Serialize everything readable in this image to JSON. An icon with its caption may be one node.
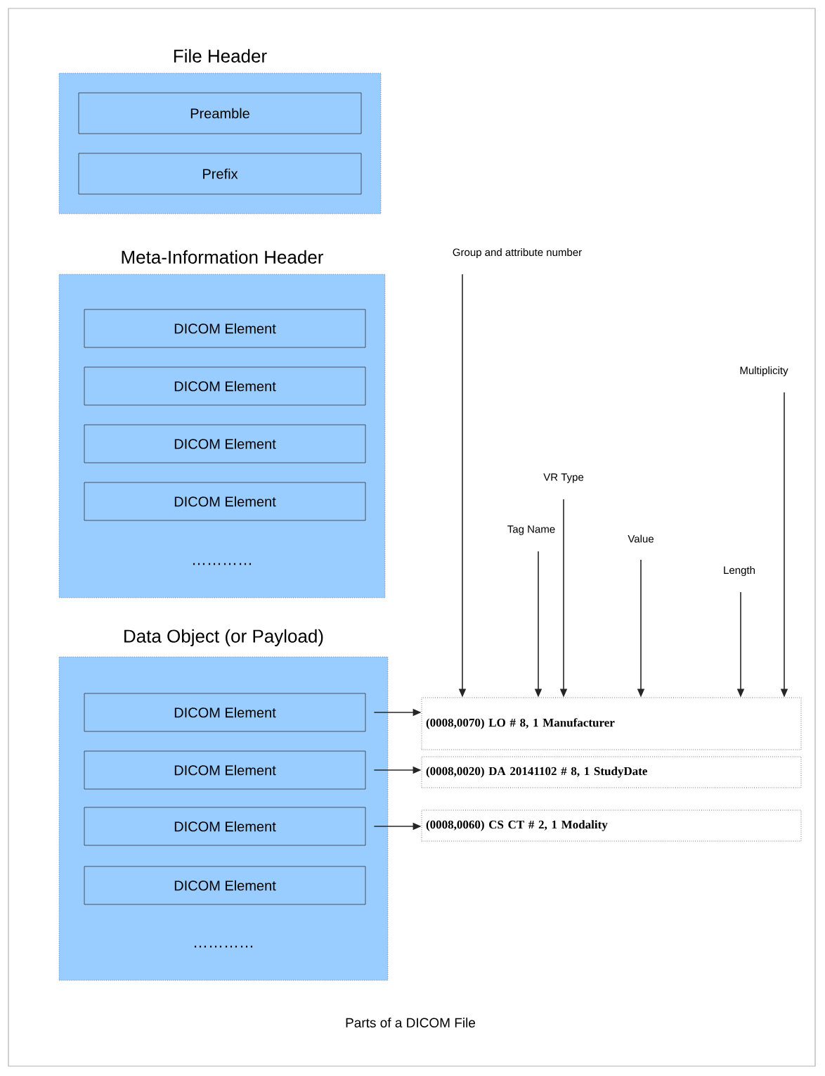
{
  "diagram": {
    "caption": "Parts of a DICOM File",
    "nodes": [
      {
        "text": [
          "File Header"
        ]
      },
      {
        "text": [
          "Preamble"
        ],
        "in": 0
      },
      {
        "text": [
          "Prefix"
        ],
        "in": 0
      },
      {
        "text": [
          "Meta-Information Header",
          "…………"
        ]
      },
      {
        "text": [
          "DICOM Element"
        ],
        "in": 3
      },
      {
        "text": [
          "DICOM Element"
        ],
        "in": 3
      },
      {
        "text": [
          "DICOM Element"
        ],
        "in": 3
      },
      {
        "text": [
          "DICOM Element"
        ],
        "in": 3
      },
      {
        "text": [
          "Data Object (or Payload)",
          "…………"
        ]
      },
      {
        "text": [
          "DICOM Element"
        ],
        "in": 8
      },
      {
        "text": [
          "DICOM Element"
        ],
        "in": 8
      },
      {
        "text": [
          "DICOM Element"
        ],
        "in": 8
      },
      {
        "text": [
          "DICOM Element"
        ],
        "in": 8
      },
      {
        "text": [
          "(0008,0070) LO # 8, 1 Manufacturer"
        ]
      },
      {
        "text": [
          "(0008,0020) DA 20141102 # 8, 1 StudyDate"
        ]
      },
      {
        "text": [
          "(0008,0060) CS CT # 2, 1 Modality"
        ]
      },
      {
        "text": [
          "Group and attribute number"
        ]
      },
      {
        "text": [
          "Multiplicity"
        ]
      },
      {
        "text": [
          "VR Type"
        ]
      },
      {
        "text": [
          "Tag Name"
        ]
      },
      {
        "text": [
          "Value"
        ]
      },
      {
        "text": [
          "Length"
        ]
      }
    ],
    "edges": [
      {
        "from": 9,
        "to": 13,
        "arrow": "to"
      },
      {
        "from": 10,
        "to": 14,
        "arrow": "to"
      },
      {
        "from": 11,
        "to": 15,
        "arrow": "to"
      },
      {
        "from": 16,
        "to": 13,
        "arrow": "to"
      },
      {
        "from": 17,
        "to": 13,
        "arrow": "to"
      },
      {
        "from": 18,
        "to": 13,
        "arrow": "to"
      },
      {
        "from": 19,
        "to": 13,
        "arrow": "to"
      },
      {
        "from": 20,
        "to": 13,
        "arrow": "to"
      },
      {
        "from": 21,
        "to": 13,
        "arrow": "to"
      }
    ]
  }
}
